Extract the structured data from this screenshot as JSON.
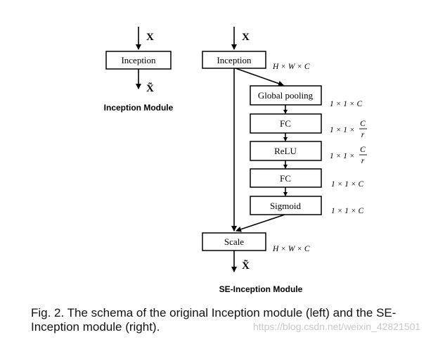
{
  "input_symbol": "X",
  "output_symbol": "X̃",
  "left_module": {
    "box_label": "Inception",
    "title": "Inception Module"
  },
  "right_module": {
    "title": "SE-Inception Module",
    "inception_label": "Inception",
    "inception_dim": "H × W × C",
    "blocks": [
      {
        "label": "Global pooling",
        "dim": "1 × 1 × C"
      },
      {
        "label": "FC",
        "dim_prefix": "1 × 1 ×",
        "dim_num": "C",
        "dim_den": "r"
      },
      {
        "label": "ReLU",
        "dim_prefix": "1 × 1 ×",
        "dim_num": "C",
        "dim_den": "r"
      },
      {
        "label": "FC",
        "dim": "1 × 1 × C"
      },
      {
        "label": "Sigmoid",
        "dim": "1 × 1 × C"
      }
    ],
    "scale_label": "Scale",
    "scale_dim": "H × W × C"
  },
  "caption": "Fig. 2. The schema of the original Inception module (left) and the SE-Inception module (right).",
  "watermark": "https://blog.csdn.net/weixin_42821501"
}
